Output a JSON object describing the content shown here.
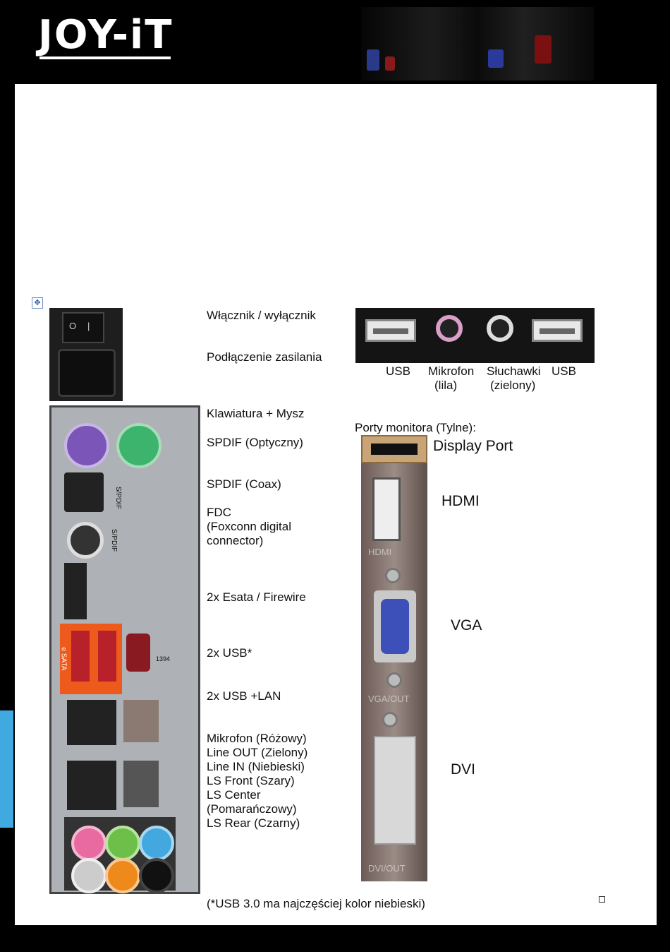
{
  "brand": {
    "logo": "JOY-iT"
  },
  "panel_labels": {
    "switch": "Włącznik / wyłącznik",
    "power": "Podłączenie zasilania",
    "keyboard_mouse": "Klawiatura + Mysz",
    "spdif_optical": "SPDIF (Optyczny)",
    "spdif_coax": "SPDIF (Coax)",
    "fdc_1": "FDC",
    "fdc_2": "(Foxconn digital",
    "fdc_3": "connector)",
    "esata": "2x Esata / Firewire",
    "usb": "2x USB*",
    "usb_lan": "2x USB  +LAN",
    "audio": [
      "Mikrofon (Różowy)",
      "Line OUT (Zielony)",
      "Line IN (Niebieski)",
      "LS Front (Szary)",
      "LS Center",
      "(Pomarańczowy)",
      "LS Rear (Czarny)"
    ]
  },
  "panel_marks": {
    "sata": "e SATA",
    "spdif": "S/PDIF",
    "ieee": "1394"
  },
  "front_ports": {
    "usb_left": "USB",
    "mic_1": "Mikrofon",
    "mic_2": "(lila)",
    "hp_1": "Słuchawki",
    "hp_2": "(zielony)",
    "usb_right": "USB"
  },
  "monitor": {
    "title": "Porty monitora (Tylne):",
    "dp": "Display Port",
    "hdmi": "HDMI",
    "vga": "VGA",
    "dvi": "DVI",
    "card_hdmi": "HDMI",
    "card_vga": "VGA/OUT",
    "card_dvi": "DVI/OUT"
  },
  "footnote": "(*USB 3.0 ma najczęściej kolor niebieski)",
  "colors": {
    "accent_tab": "#3fa9e0",
    "esata_orange": "#ee5a1c",
    "mic_pink": "#e86aa0",
    "line_green": "#6cc04a",
    "line_blue": "#44a8e0",
    "ps2_purple": "#7c55b8",
    "ps2_green": "#3cb46e"
  }
}
